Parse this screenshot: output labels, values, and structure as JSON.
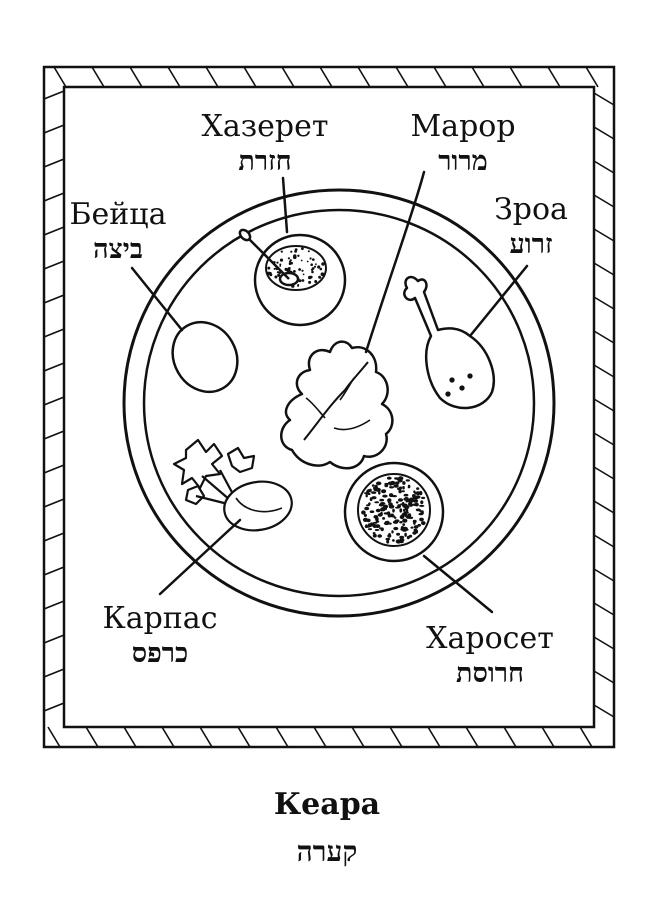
{
  "items": [
    {
      "id": "hazeret",
      "ru": "Хазерет",
      "he": "חזרת"
    },
    {
      "id": "maror",
      "ru": "Марор",
      "he": "מרור"
    },
    {
      "id": "beitza",
      "ru": "Бейца",
      "he": "ביצה"
    },
    {
      "id": "zroa",
      "ru": "Зроа",
      "he": "זרוע"
    },
    {
      "id": "karpas",
      "ru": "Карпас",
      "he": "כרפס"
    },
    {
      "id": "haroset",
      "ru": "Харосет",
      "he": "חרוסת"
    }
  ],
  "title": {
    "ru": "Кеара",
    "he": "קערה"
  },
  "colors": {
    "ink": "#111111",
    "paper": "#ffffff"
  }
}
